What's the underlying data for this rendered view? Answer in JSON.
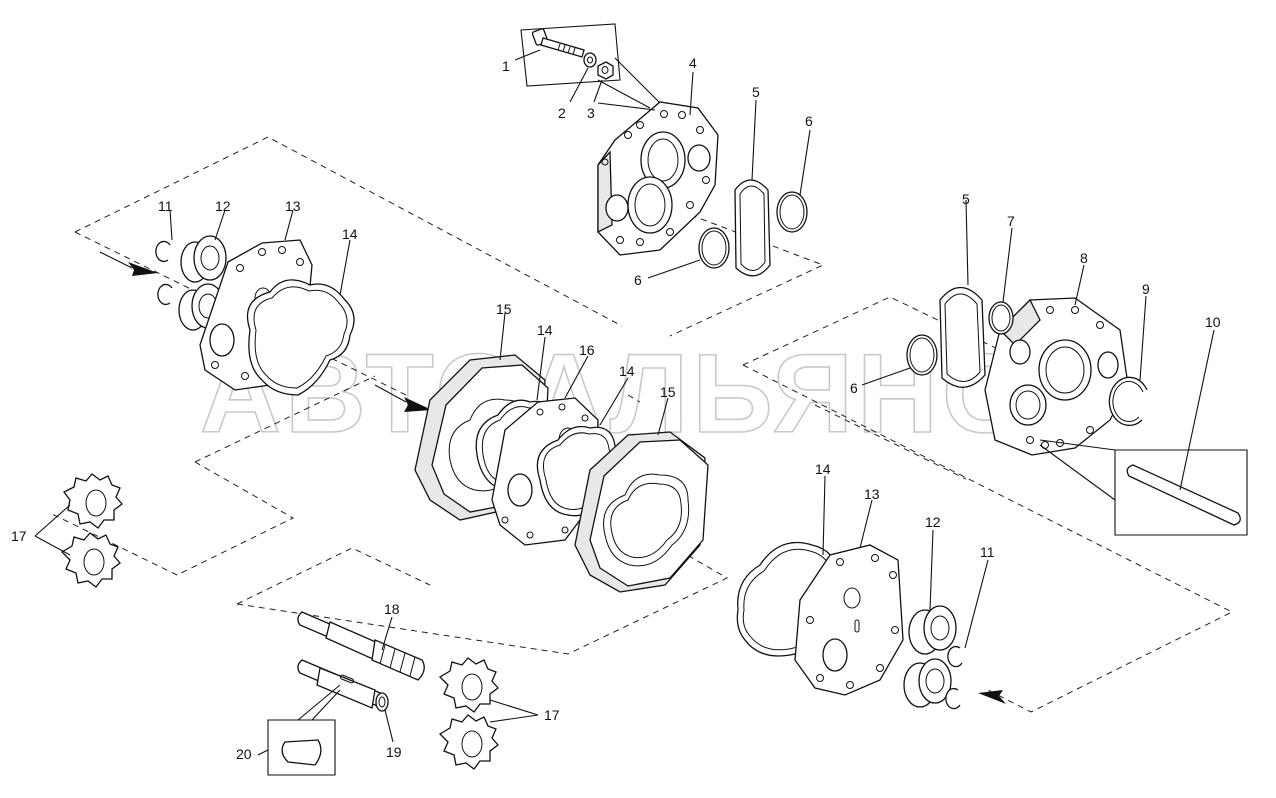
{
  "watermark": "АВТОАЛЬЯНС",
  "callouts": {
    "c1": "1",
    "c2": "2",
    "c3": "3",
    "c4": "4",
    "c5a": "5",
    "c6a": "6",
    "c6b": "6",
    "c5b": "5",
    "c7": "7",
    "c8": "8",
    "c9": "9",
    "c10": "10",
    "c6c": "6",
    "c11a": "11",
    "c12a": "12",
    "c13a": "13",
    "c14a": "14",
    "c15a": "15",
    "c14b": "14",
    "c16": "16",
    "c14c": "14",
    "c15b": "15",
    "c17a": "17",
    "c14d": "14",
    "c13b": "13",
    "c12b": "12",
    "c11b": "11",
    "c18": "18",
    "c19": "19",
    "c20": "20",
    "c17b": "17"
  }
}
